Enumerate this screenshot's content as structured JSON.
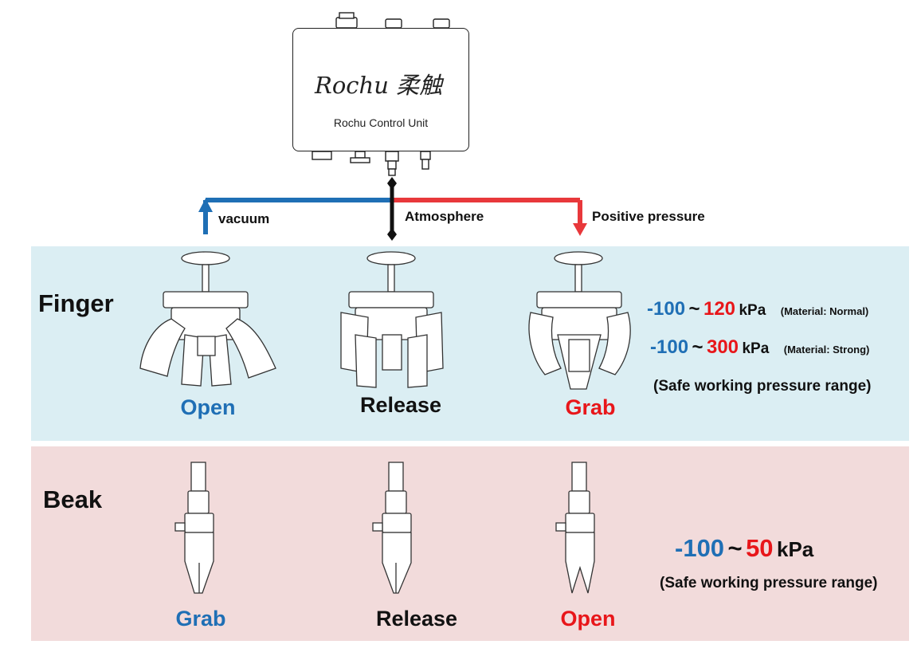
{
  "control_unit": {
    "logo_text": "Rochu 柔触",
    "name": "Rochu Control Unit"
  },
  "flow": {
    "vacuum_label": "vacuum",
    "atmosphere_label": "Atmosphere",
    "positive_label": "Positive pressure",
    "colors": {
      "vacuum": "#1f6fb5",
      "atmosphere": "#111111",
      "positive": "#e8383b"
    }
  },
  "finger": {
    "title": "Finger",
    "states": [
      "Open",
      "Release",
      "Grab"
    ],
    "range_normal": {
      "min": "-100",
      "tilde": "~",
      "max": "120",
      "unit": "kPa",
      "material": "(Material: Normal)"
    },
    "range_strong": {
      "min": "-100",
      "tilde": "~",
      "max": "300",
      "unit": "kPa",
      "material": "(Material: Strong)"
    },
    "note": "(Safe working pressure range)"
  },
  "beak": {
    "title": "Beak",
    "states": [
      "Grab",
      "Release",
      "Open"
    ],
    "range": {
      "min": "-100",
      "tilde": "~",
      "max": "50",
      "unit": "kPa"
    },
    "note": "(Safe working pressure range)"
  },
  "colors": {
    "finger_panel": "#dbeef3",
    "beak_panel": "#f2dbdb",
    "blue_text": "#1f6fb5",
    "red_text": "#e8161a"
  }
}
